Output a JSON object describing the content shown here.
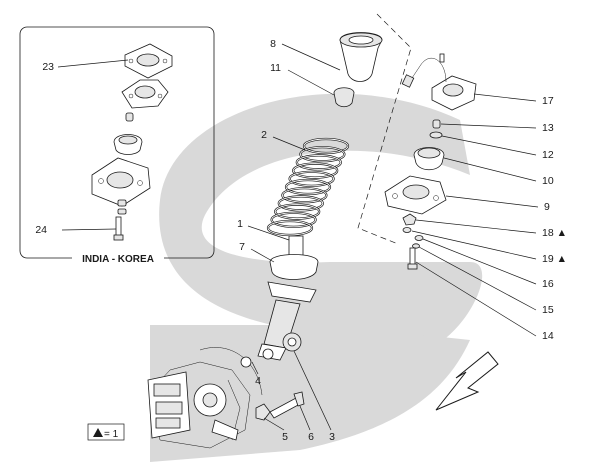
{
  "inset": {
    "label": "INDIA - KOREA"
  },
  "legend": {
    "text": "= 1"
  },
  "callouts": [
    {
      "id": "23",
      "label": "23"
    },
    {
      "id": "24",
      "label": "24"
    },
    {
      "id": "8",
      "label": "8"
    },
    {
      "id": "11",
      "label": "11"
    },
    {
      "id": "2",
      "label": "2"
    },
    {
      "id": "1",
      "label": "1"
    },
    {
      "id": "7",
      "label": "7"
    },
    {
      "id": "4",
      "label": "4"
    },
    {
      "id": "5",
      "label": "5"
    },
    {
      "id": "6",
      "label": "6"
    },
    {
      "id": "3",
      "label": "3"
    },
    {
      "id": "17",
      "label": "17"
    },
    {
      "id": "13",
      "label": "13"
    },
    {
      "id": "12",
      "label": "12"
    },
    {
      "id": "10",
      "label": "10"
    },
    {
      "id": "9",
      "label": "9"
    },
    {
      "id": "18",
      "label": "18 ▲"
    },
    {
      "id": "19",
      "label": "19 ▲"
    },
    {
      "id": "16",
      "label": "16"
    },
    {
      "id": "15",
      "label": "15"
    },
    {
      "id": "14",
      "label": "14"
    }
  ],
  "colors": {
    "watermark": "#d9d9d9",
    "line": "#1a1a1a",
    "background": "#ffffff"
  },
  "icons": {
    "legend_marker": "triangle-icon",
    "direction": "arrow-icon"
  }
}
